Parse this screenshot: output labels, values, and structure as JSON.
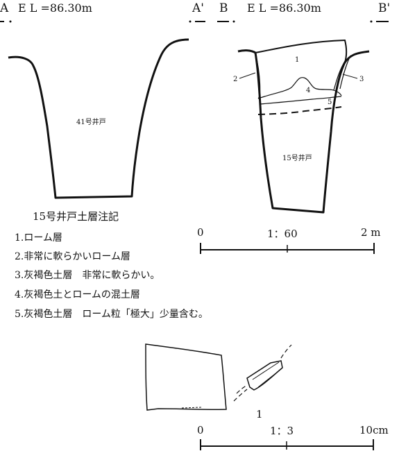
{
  "section_a": {
    "left_label": "A",
    "right_label": "A'",
    "elevation": "E L =86.30m",
    "feature_label": "41号井戸"
  },
  "section_b": {
    "left_label": "B",
    "right_label": "B'",
    "elevation": "E L =86.30m",
    "feature_label": "15号井戸",
    "layer_numbers": [
      "1",
      "2",
      "3",
      "4",
      "5"
    ]
  },
  "legend": {
    "title": "15号井戸土層注記",
    "items": [
      "1.ローム層",
      "2.非常に軟らかいローム層",
      "3.灰褐色土層　非常に軟らかい。",
      "4.灰褐色土とロームの混土層",
      "5.灰褐色土層　ローム粒「極大」少量含む。"
    ]
  },
  "scale_1": {
    "start": "0",
    "ratio": "1：60",
    "end": "2 m"
  },
  "artifact": {
    "number": "1"
  },
  "scale_2": {
    "start": "0",
    "ratio": "1：3",
    "end": "10cm"
  }
}
